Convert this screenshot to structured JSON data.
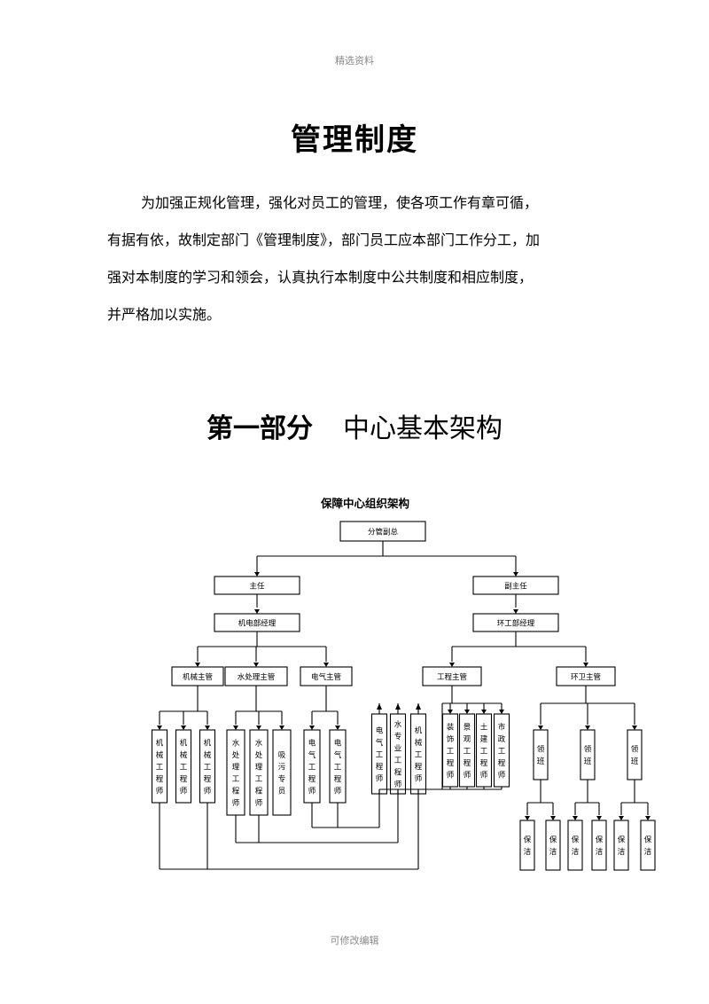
{
  "header": {
    "text": "精选资料"
  },
  "footer": {
    "text": "可修改编辑"
  },
  "doc": {
    "title": "管理制度",
    "paragraph_lines": [
      "为加强正规化管理，强化对员工的管理，使各项工作有章可循，",
      "有据有依，故制定部门《管理制度》，部门员工应本部门工作分工，加",
      "强对本制度的学习和领会，认真执行本制度中公共制度和相应制度，",
      "并严格加以实施。"
    ],
    "section_bold": "第一部分",
    "section_rest": "中心基本架构"
  },
  "org_chart": {
    "title": "保障中心组织架构",
    "root": "分管副总",
    "level2": [
      "主任",
      "副主任"
    ],
    "level3": [
      "机电部经理",
      "环工部经理"
    ],
    "mech_supervisors": [
      "机械主管",
      "水处理主管",
      "电气主管"
    ],
    "env_supervisors": [
      "工程主管",
      "环卫主管"
    ],
    "mech_engineers": [
      "机械工程师",
      "机械工程师",
      "机械工程师"
    ],
    "water_staff": [
      "水处理工程师",
      "水处理工程师",
      "吸污专员"
    ],
    "elec_engineers": [
      "电气工程师",
      "电气工程师"
    ],
    "shared_engineers": [
      "电气工程师",
      "水专业工程师",
      "机械工程师"
    ],
    "eng_engineers": [
      "装饰工程师",
      "景观工程师",
      "土建工程师",
      "市政工程师"
    ],
    "team_leaders": [
      "领班",
      "领班",
      "领班"
    ],
    "cleaners": [
      "保洁",
      "保洁",
      "保洁",
      "保洁",
      "保洁",
      "保洁"
    ]
  }
}
